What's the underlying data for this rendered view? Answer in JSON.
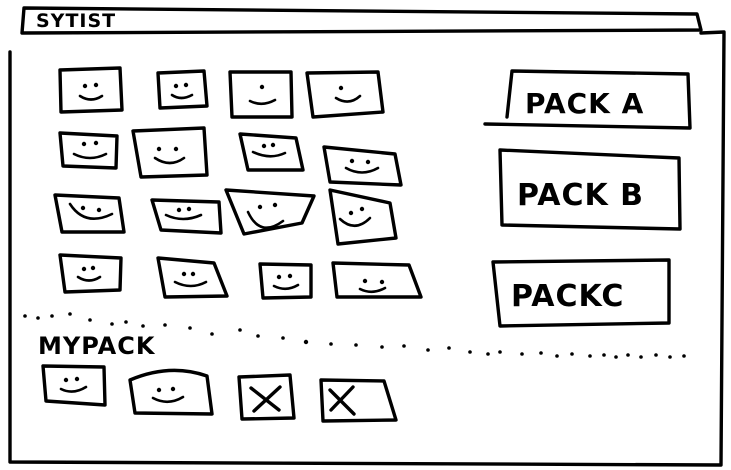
{
  "window": {
    "title": "SYTIST"
  },
  "sticker_grid": {
    "rows": [
      [
        {
          "icon": "smiley-face-icon"
        },
        {
          "icon": "smiley-face-icon"
        },
        {
          "icon": "smiley-face-icon"
        },
        {
          "icon": "smiley-face-icon"
        }
      ],
      [
        {
          "icon": "smiley-face-icon"
        },
        {
          "icon": "smiley-face-icon"
        },
        {
          "icon": "smiley-face-icon"
        },
        {
          "icon": "smiley-face-icon"
        }
      ],
      [
        {
          "icon": "smiley-face-icon"
        },
        {
          "icon": "smiley-face-icon"
        },
        {
          "icon": "smiley-face-icon"
        },
        {
          "icon": "smiley-face-icon"
        }
      ],
      [
        {
          "icon": "smiley-face-icon"
        },
        {
          "icon": "smiley-face-icon"
        },
        {
          "icon": "smiley-face-icon"
        },
        {
          "icon": "smiley-face-icon"
        }
      ]
    ]
  },
  "packs": [
    {
      "label": "PACK A"
    },
    {
      "label": "PACK B"
    },
    {
      "label": "PACKC"
    }
  ],
  "my_pack": {
    "label": "MYPACK",
    "slots": [
      {
        "state": "filled",
        "icon": "smiley-face-icon"
      },
      {
        "state": "filled",
        "icon": "smiley-face-icon"
      },
      {
        "state": "empty",
        "icon": "x-icon"
      },
      {
        "state": "empty",
        "icon": "x-icon"
      }
    ]
  },
  "colors": {
    "ink": "#000000",
    "paper": "#ffffff"
  }
}
